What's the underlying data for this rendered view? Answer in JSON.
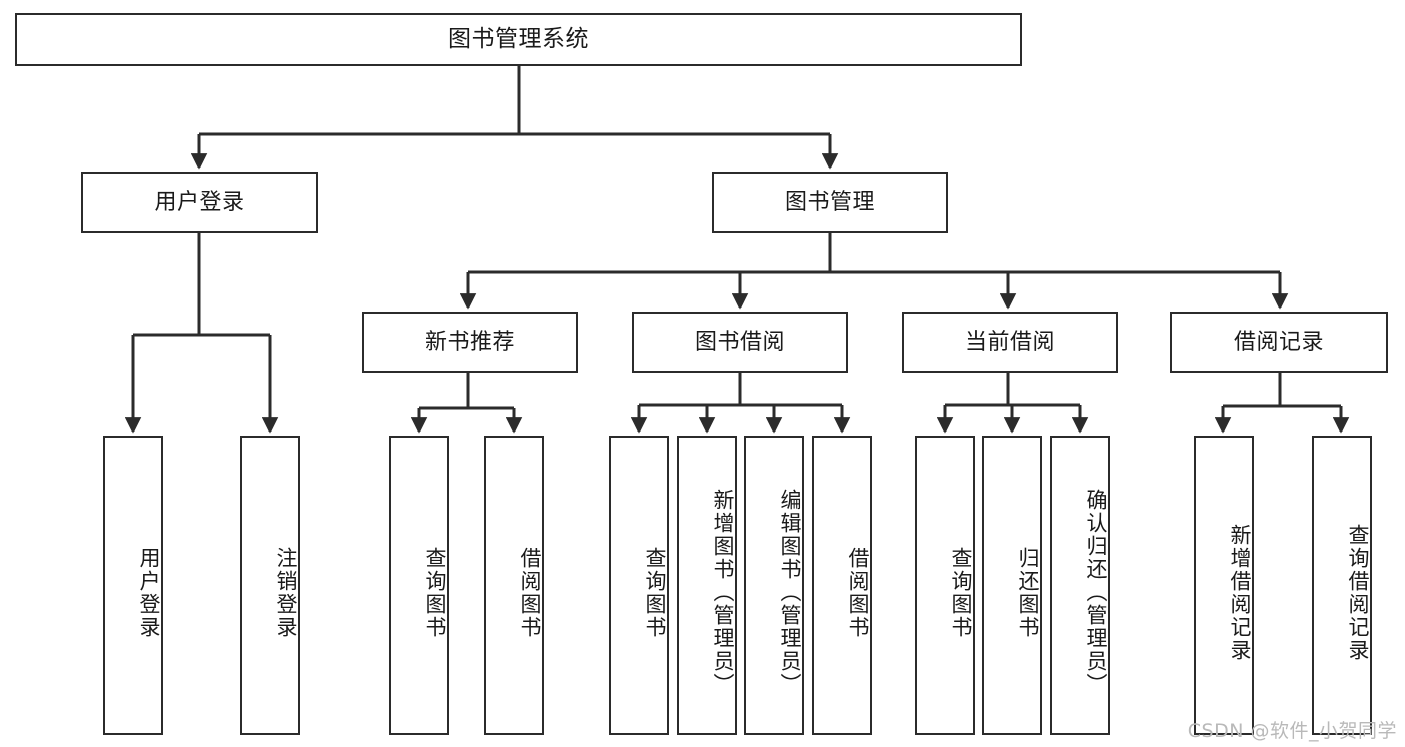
{
  "diagram": {
    "type": "hierarchy-tree",
    "title": "图书管理系统",
    "orientation": "top-down",
    "colors": {
      "background": "#ffffff",
      "node_border": "#2b2b2b",
      "node_fill": "#ffffff",
      "edge": "#2b2b2b",
      "text": "#1a1a1a",
      "watermark": "#b9b9b9"
    },
    "nodes": {
      "root": {
        "label": "图书管理系统"
      },
      "level2": [
        {
          "id": "user-login",
          "label": "用户登录"
        },
        {
          "id": "book-management",
          "label": "图书管理"
        }
      ],
      "level3": [
        {
          "id": "new-book-recommend",
          "label": "新书推荐"
        },
        {
          "id": "book-borrow",
          "label": "图书借阅"
        },
        {
          "id": "current-borrow",
          "label": "当前借阅"
        },
        {
          "id": "borrow-record",
          "label": "借阅记录"
        }
      ],
      "leaves": {
        "user-login": [
          {
            "id": "leaf-user-login",
            "label": "用户登录"
          },
          {
            "id": "leaf-user-logout",
            "label": "注销登录"
          }
        ],
        "new-book-recommend": [
          {
            "id": "leaf-query-book-1",
            "label": "查询图书"
          },
          {
            "id": "leaf-borrow-book-1",
            "label": "借阅图书"
          }
        ],
        "book-borrow": [
          {
            "id": "leaf-query-book-2",
            "label": "查询图书"
          },
          {
            "id": "leaf-add-book",
            "label": "新增图书（管理员）"
          },
          {
            "id": "leaf-edit-book",
            "label": "编辑图书（管理员）"
          },
          {
            "id": "leaf-borrow-book-2",
            "label": "借阅图书"
          }
        ],
        "current-borrow": [
          {
            "id": "leaf-query-book-3",
            "label": "查询图书"
          },
          {
            "id": "leaf-return-book",
            "label": "归还图书"
          },
          {
            "id": "leaf-confirm-return",
            "label": "确认归还（管理员）"
          }
        ],
        "borrow-record": [
          {
            "id": "leaf-add-record",
            "label": "新增借阅记录"
          },
          {
            "id": "leaf-query-record",
            "label": "查询借阅记录"
          }
        ]
      }
    }
  },
  "watermark": {
    "text": "CSDN @软件_小贺同学"
  }
}
